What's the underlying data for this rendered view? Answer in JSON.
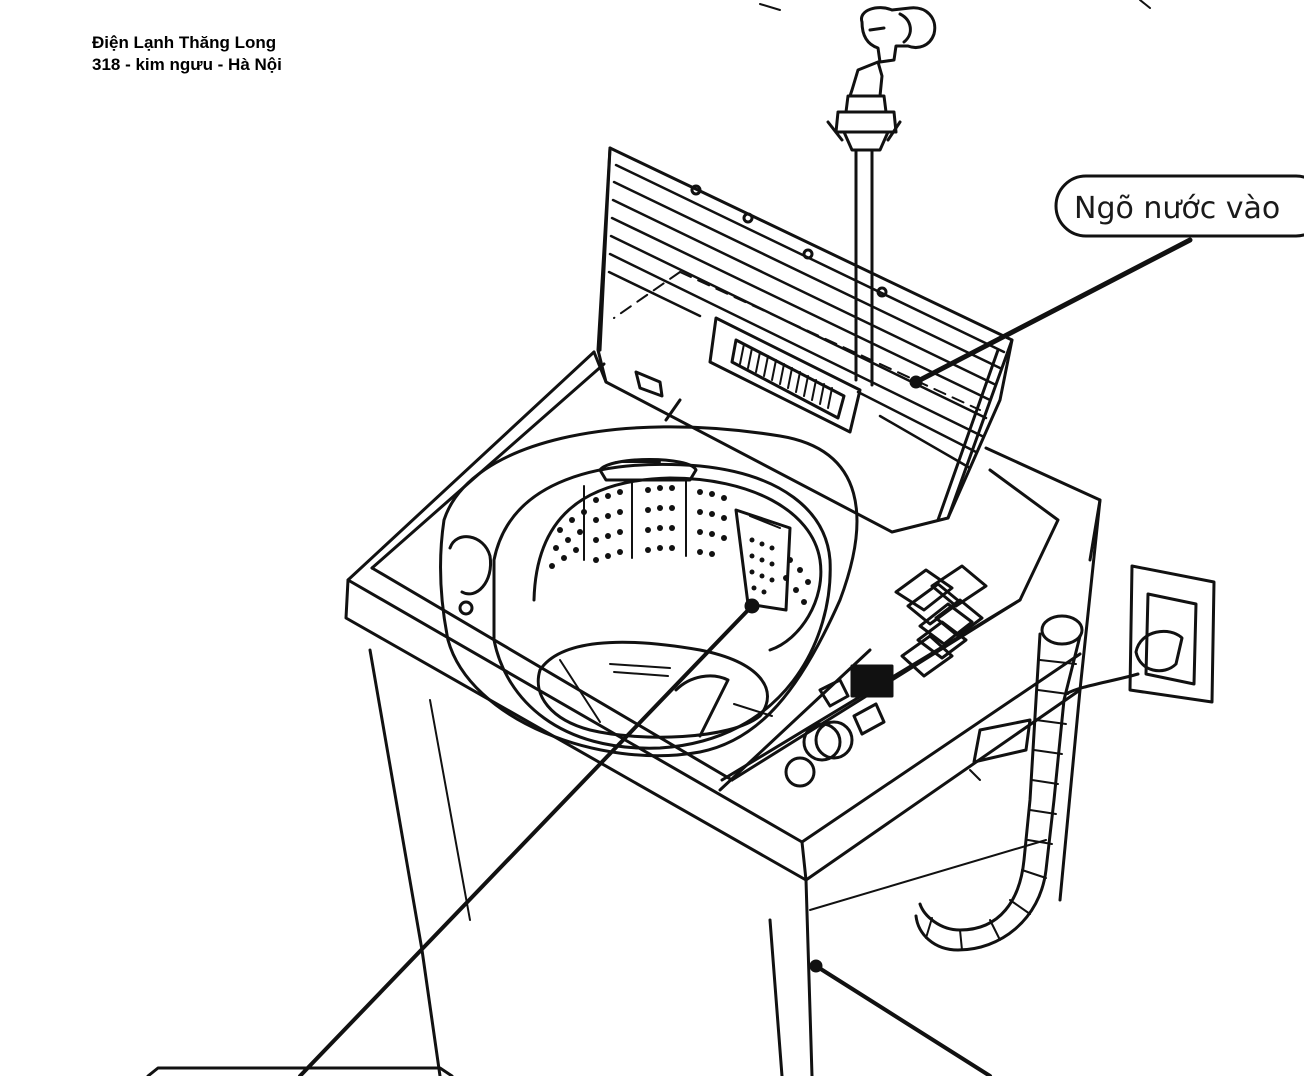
{
  "header": {
    "line1": "Điện Lạnh Thăng Long",
    "line2": "318 - kim ngưu - Hà Nội"
  },
  "callouts": [
    {
      "id": "water-inlet",
      "label": "Ngõ nước vào"
    }
  ],
  "colors": {
    "ink": "#111111",
    "paper": "#ffffff"
  }
}
